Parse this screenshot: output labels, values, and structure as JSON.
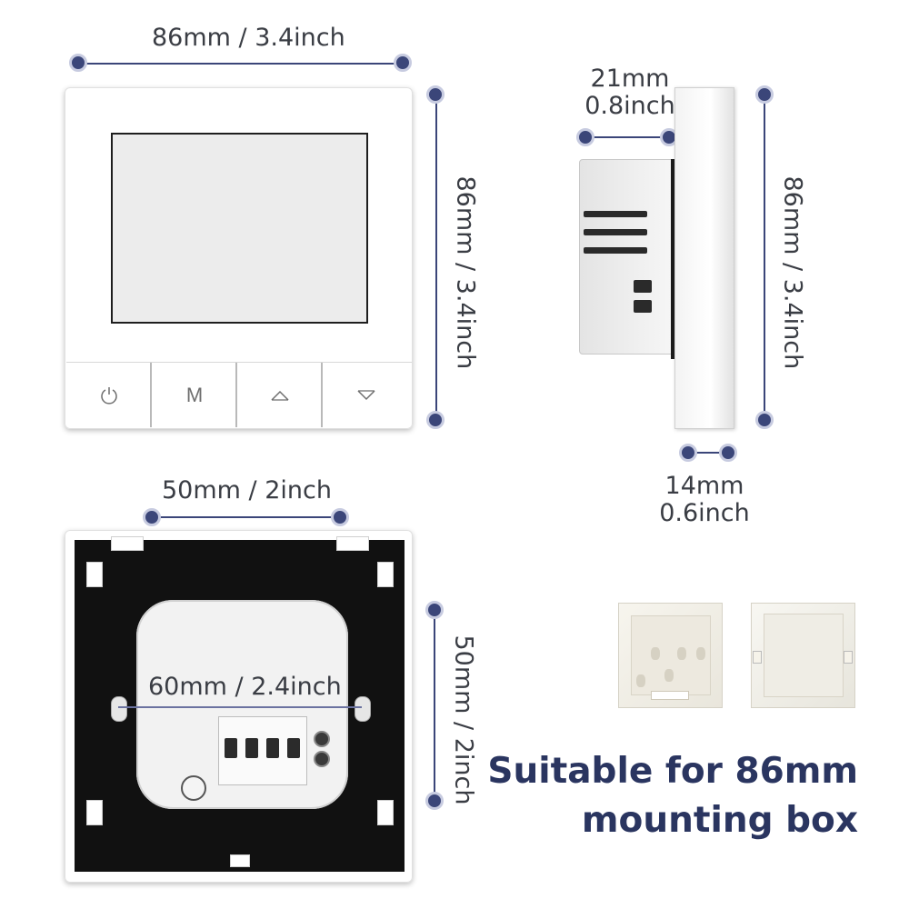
{
  "front_view": {
    "width_label": "86mm / 3.4inch",
    "height_label": "86mm / 3.4inch",
    "buttons": [
      {
        "icon": "power-icon",
        "label": ""
      },
      {
        "icon": "mode-letter",
        "label": "M"
      },
      {
        "icon": "up-arrow-icon",
        "label": ""
      },
      {
        "icon": "down-arrow-icon",
        "label": ""
      }
    ]
  },
  "side_view": {
    "depth_label_line1": "21mm",
    "depth_label_line2": "0.8inch",
    "height_label": "86mm / 3.4inch",
    "plate_label_line1": "14mm",
    "plate_label_line2": "0.6inch"
  },
  "back_view": {
    "width_label": "50mm / 2inch",
    "hole_spacing_label": "60mm / 2.4inch",
    "height_label": "50mm / 2inch"
  },
  "promo": {
    "line1": "Suitable for 86mm",
    "line2": "mounting box"
  },
  "colors": {
    "dimension_accent": "#3b4679",
    "headline": "#2a3560"
  }
}
